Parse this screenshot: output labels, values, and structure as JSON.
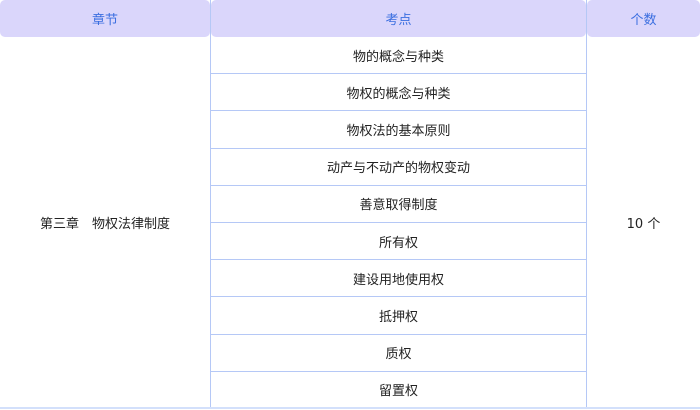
{
  "table": {
    "headers": {
      "chapter": "章节",
      "point": "考点",
      "count": "个数"
    },
    "chapter": "第三章　物权法律制度",
    "count": "10 个",
    "points": [
      "物的概念与种类",
      "物权的概念与种类",
      "物权法的基本原则",
      "动产与不动产的物权变动",
      "善意取得制度",
      "所有权",
      "建设用地使用权",
      "抵押权",
      "质权",
      "留置权"
    ]
  },
  "colors": {
    "header_bg": "#dad6fb",
    "header_text": "#3a6ee0",
    "border": "#b5c8f6",
    "text": "#222222"
  }
}
